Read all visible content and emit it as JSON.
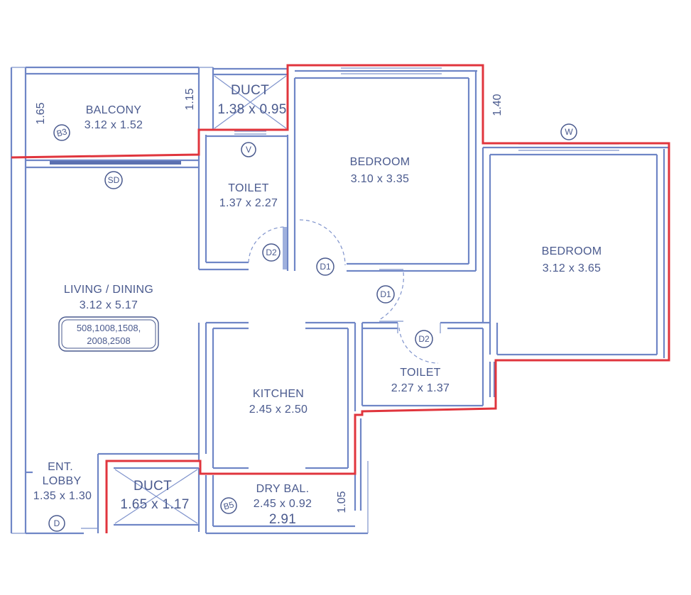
{
  "rooms": {
    "balcony": {
      "name": "BALCONY",
      "size": "3.12 x 1.52",
      "tag": "B3"
    },
    "duct_top": {
      "name": "DUCT",
      "size": "1.38 x 0.95"
    },
    "toilet_left": {
      "name": "TOILET",
      "size": "1.37 x 2.27",
      "window_tag": "V"
    },
    "bedroom_1": {
      "name": "BEDROOM",
      "size": "3.10 x 3.35"
    },
    "bedroom_2": {
      "name": "BEDROOM",
      "size": "3.12 x 3.65",
      "window_tag": "W"
    },
    "living": {
      "name": "LIVING / DINING",
      "size": "3.12 x 5.17",
      "door_tag": "SD"
    },
    "kitchen": {
      "name": "KITCHEN",
      "size": "2.45 x 2.50"
    },
    "toilet_right": {
      "name": "TOILET",
      "size": "2.27 x 1.37"
    },
    "ent_lobby": {
      "name_line1": "ENT.",
      "name_line2": "LOBBY",
      "size": "1.35 x 1.30",
      "door_tag": "D"
    },
    "duct_bottom": {
      "name": "DUCT",
      "size": "1.65 x 1.17"
    },
    "dry_balcony": {
      "name": "DRY BAL.",
      "size": "2.45 x 0.92",
      "extra_dim": "2.91",
      "tag": "B5"
    }
  },
  "flat_numbers": {
    "line1": "508,1008,1508,",
    "line2": "2008,2508"
  },
  "dimensions": {
    "left_balcony": "1.65",
    "balcony_right": "1.15",
    "bedroom_top_right": "1.40",
    "dry_bal_right": "1.05"
  },
  "door_tags": {
    "d1_top": "D1",
    "d1_mid": "D1",
    "d2_left": "D2",
    "d2_right": "D2"
  },
  "colors": {
    "wall": "#6f86c6",
    "flat_outline": "#e0353d",
    "text": "#4a5a8e"
  }
}
